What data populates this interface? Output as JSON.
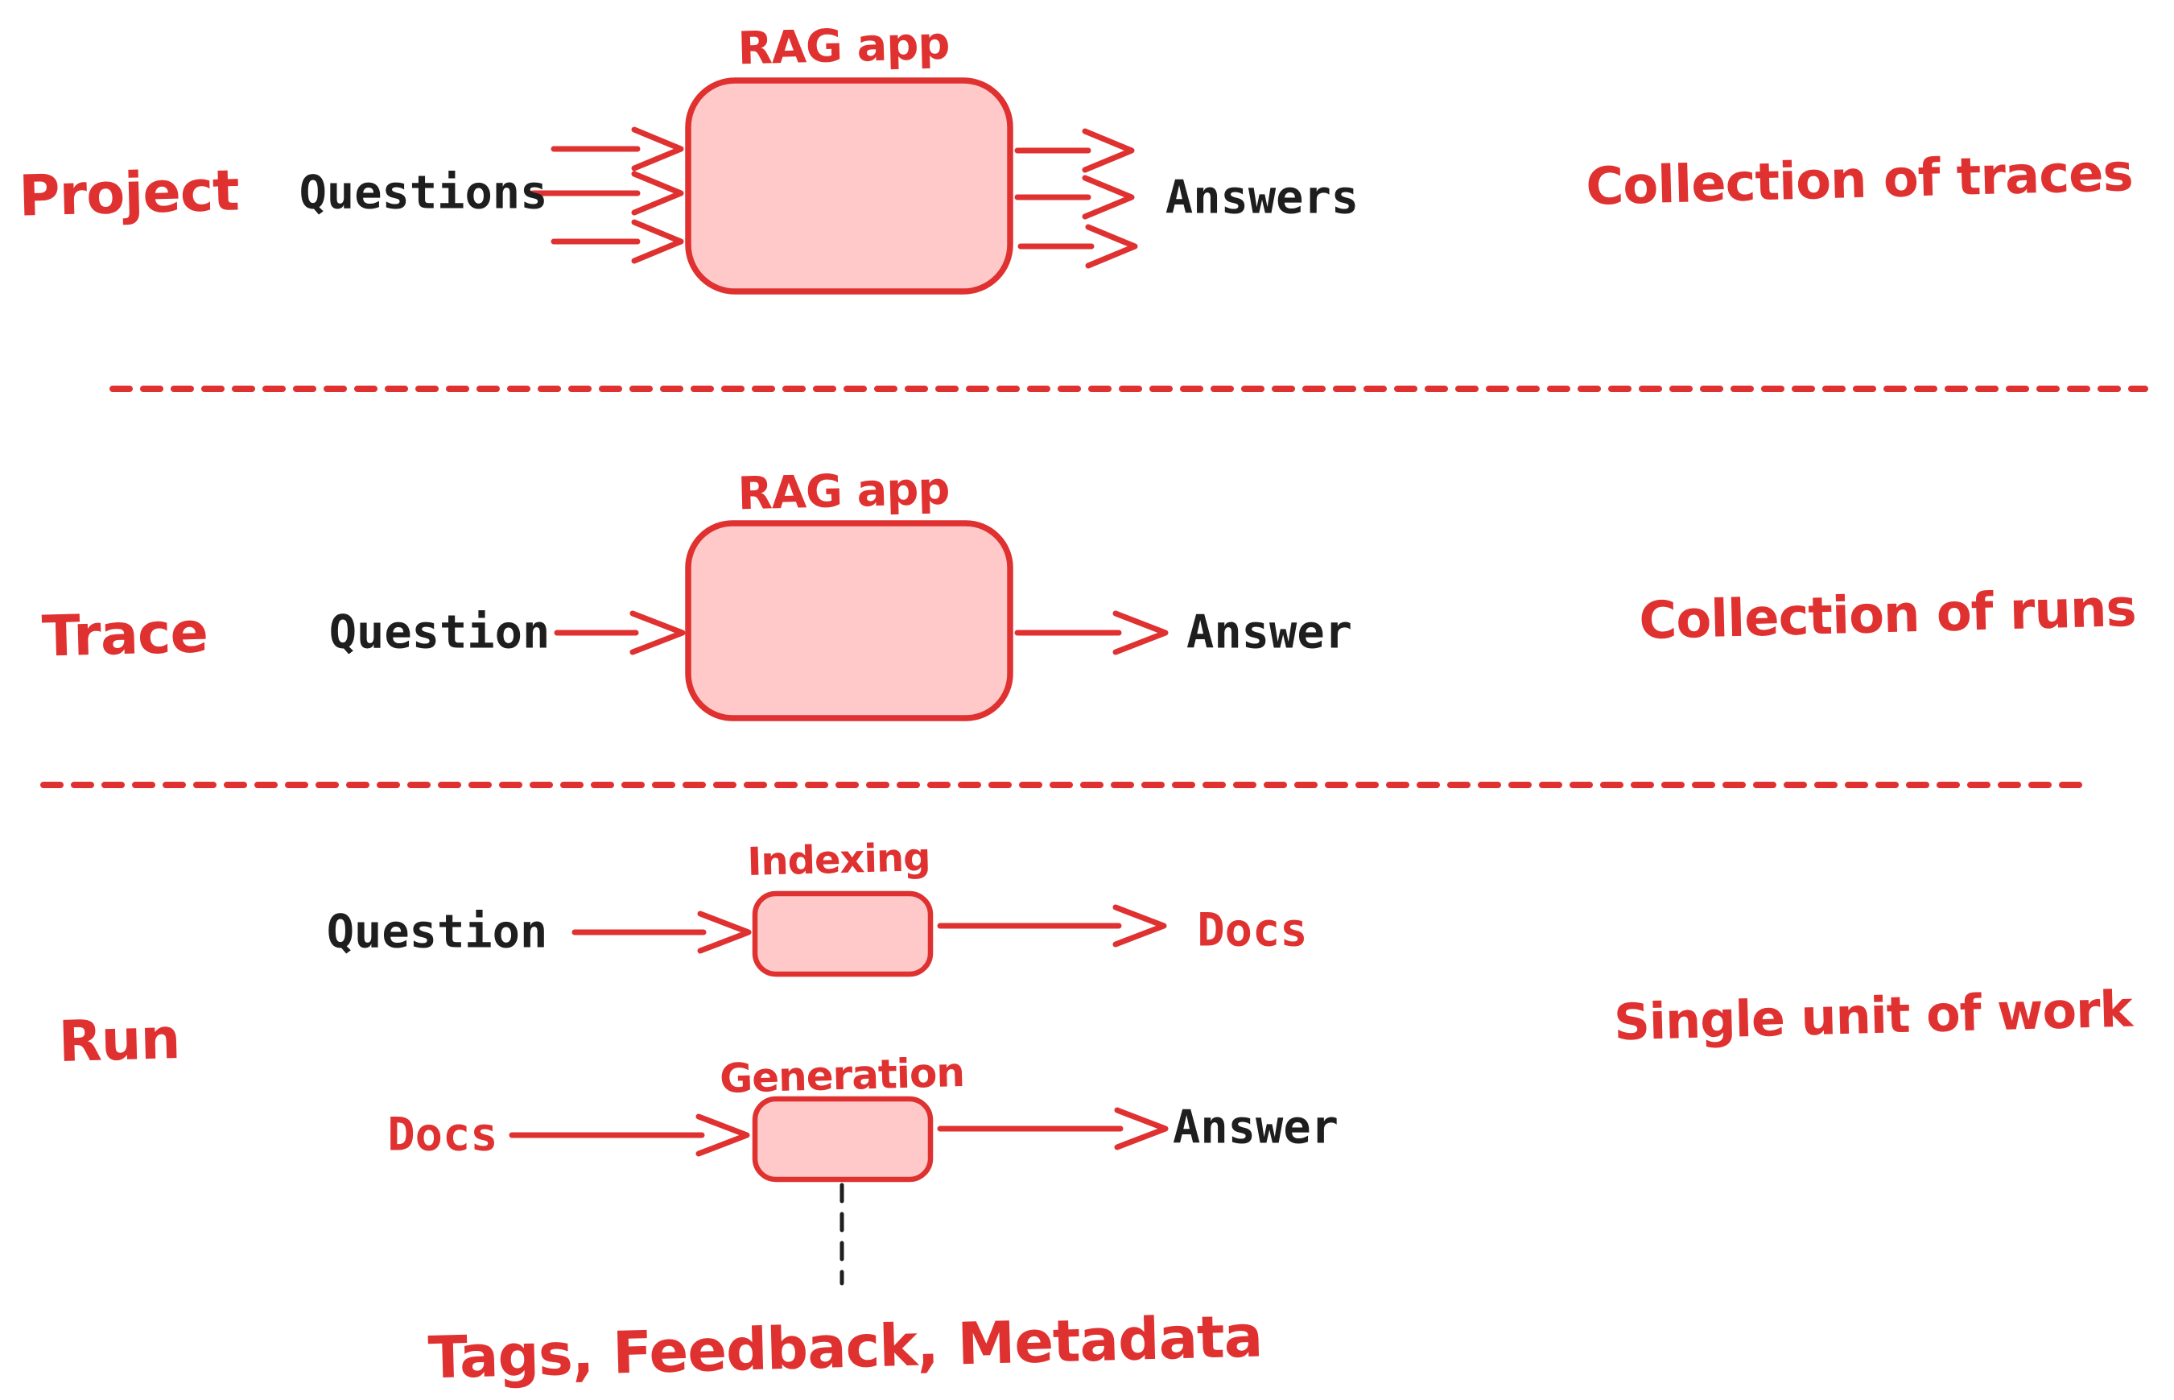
{
  "colors": {
    "accent_red": "#e03131",
    "box_fill": "#ffc9c9",
    "text_black": "#1e1e1e",
    "background": "#ffffff"
  },
  "sections": {
    "project": {
      "label": "Project",
      "app_title": "RAG app",
      "input": "Questions",
      "output": "Answers",
      "description": "Collection of traces"
    },
    "trace": {
      "label": "Trace",
      "app_title": "RAG app",
      "input": "Question",
      "output": "Answer",
      "description": "Collection of runs"
    },
    "run": {
      "label": "Run",
      "description": "Single unit of work",
      "indexing_step": {
        "title": "Indexing",
        "input": "Question",
        "output": "Docs"
      },
      "generation_step": {
        "title": "Generation",
        "input": "Docs",
        "output": "Answer"
      },
      "attachments": "Tags, Feedback, Metadata"
    }
  }
}
